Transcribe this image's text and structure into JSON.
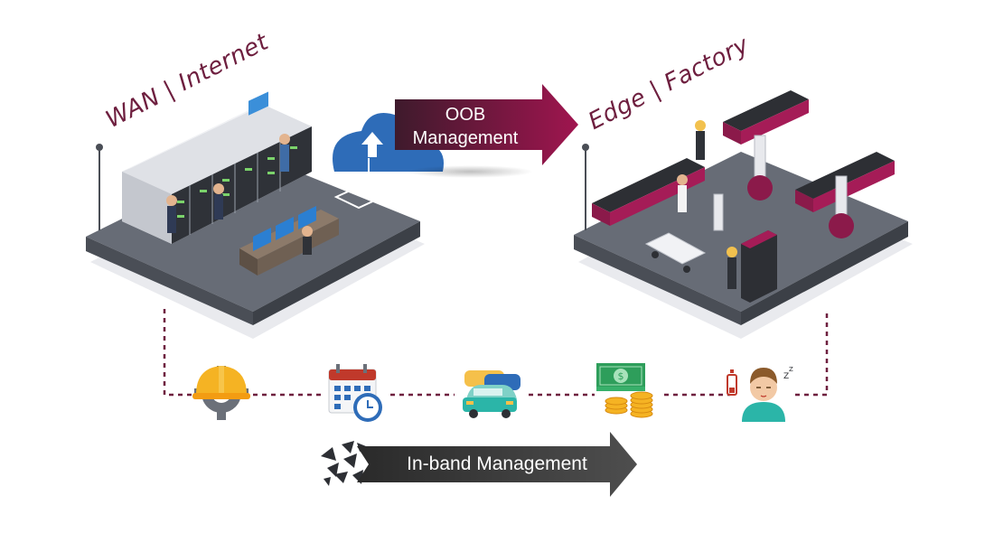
{
  "labels": {
    "wan": "WAN | Internet",
    "edge": "Edge | Factory",
    "oob_line1": "OOB",
    "oob_line2": "Management",
    "inband": "In-band Management"
  },
  "colors": {
    "brand": "#7a1a43",
    "dark_arrow": "#3b3b3b",
    "platform": "#5b6068",
    "dotted_line": "#6e1f3f"
  },
  "icons": [
    "hardhat-gear-icon",
    "calendar-clock-icon",
    "cars-icon",
    "money-coins-icon",
    "low-battery-sleepy-person-icon"
  ]
}
